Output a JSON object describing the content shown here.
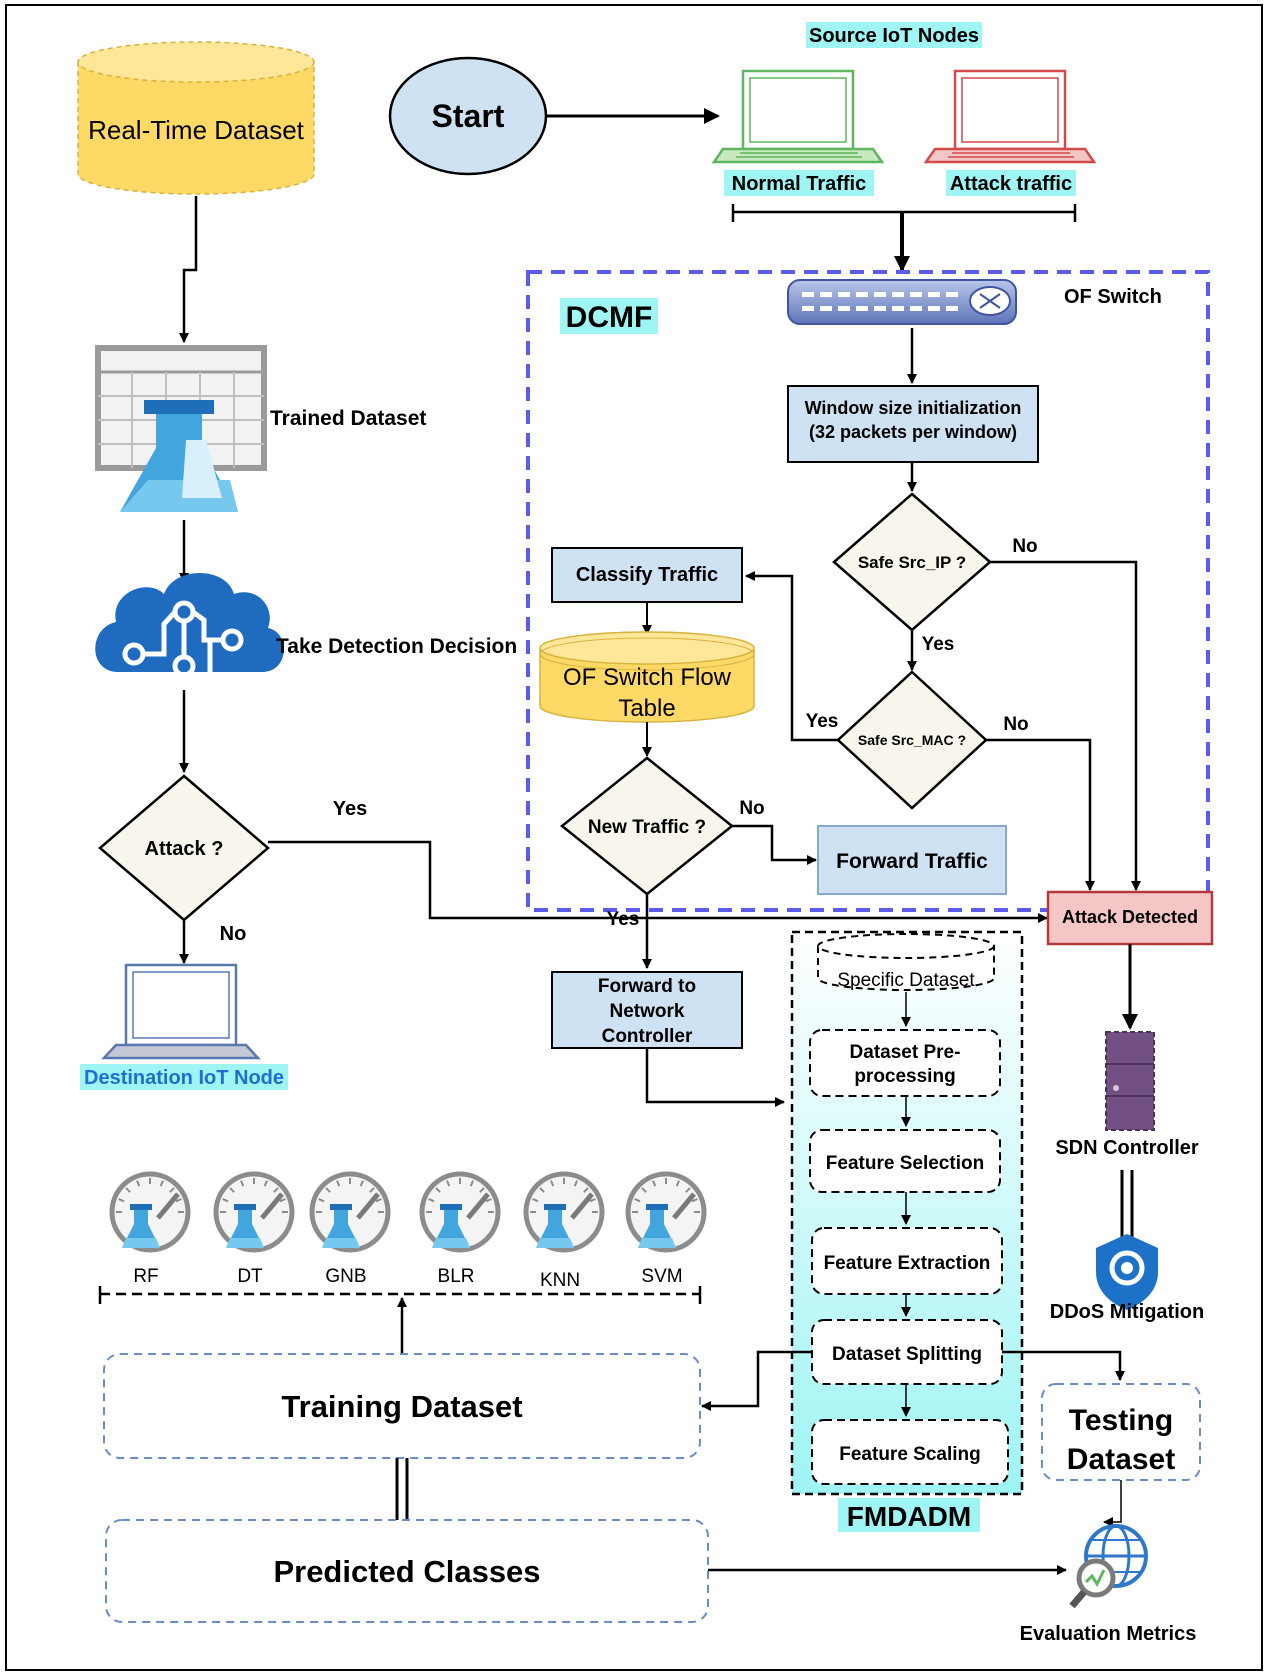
{
  "colors": {
    "box_blue": "#cfe2f3",
    "box_blue_stroke": "#2b3a67",
    "diamond_fill": "#f7f5ec",
    "attack_fill": "#f4c7c6",
    "attack_stroke": "#b33a3a",
    "cylinder_fill": "#ffd966",
    "highlight_cyan": "#9ff4f4",
    "dcmf_border": "#5b5bf0",
    "dashed_blue": "#6a8cc7",
    "laptop_green": "#5eb65e",
    "laptop_red": "#d24a4a",
    "laptop_blue": "#5a78b0",
    "start_fill": "#cfe2f3",
    "controller_purple": "#735083",
    "shield_blue": "#1d72c8",
    "azure_blue": "#2f77c8"
  },
  "labels": {
    "source_nodes": "Source IoT Nodes",
    "start": "Start",
    "normal_traffic": "Normal Traffic",
    "attack_traffic": "Attack traffic",
    "real_time_dataset": "Real-Time Dataset",
    "dcmf": "DCMF",
    "of_switch": "OF Switch",
    "window_init_1": "Window size initialization",
    "window_init_2": "(32 packets per window)",
    "trained_dataset": "Trained Dataset",
    "safe_src_ip": "Safe Src_IP ?",
    "classify_traffic": "Classify Traffic",
    "flow_table_1": "OF Switch Flow",
    "flow_table_2": "Table",
    "take_detection": "Take Detection Decision",
    "safe_src_mac": "Safe Src_MAC ?",
    "new_traffic": "New Traffic ?",
    "forward_traffic": "Forward Traffic",
    "attack_q": "Attack ?",
    "attack_detected": "Attack Detected",
    "forward_controller_1": "Forward to",
    "forward_controller_2": "Network",
    "forward_controller_3": "Controller",
    "destination_node": "Destination IoT Node",
    "specific_dataset": "Specific Dataset",
    "preprocessing_1": "Dataset Pre-",
    "preprocessing_2": "processing",
    "feature_selection": "Feature Selection",
    "feature_extraction": "Feature Extraction",
    "dataset_splitting": "Dataset Splitting",
    "feature_scaling": "Feature Scaling",
    "fmdadm": "FMDADM",
    "sdn_controller": "SDN Controller",
    "ddos_mitigation": "DDoS Mitigation",
    "training_dataset": "Training Dataset",
    "testing_dataset_1": "Testing",
    "testing_dataset_2": "Dataset",
    "predicted_classes": "Predicted Classes",
    "evaluation_metrics": "Evaluation Metrics",
    "yes": "Yes",
    "no": "No"
  },
  "models": [
    "RF",
    "DT",
    "GNB",
    "BLR",
    "KNN",
    "SVM"
  ]
}
